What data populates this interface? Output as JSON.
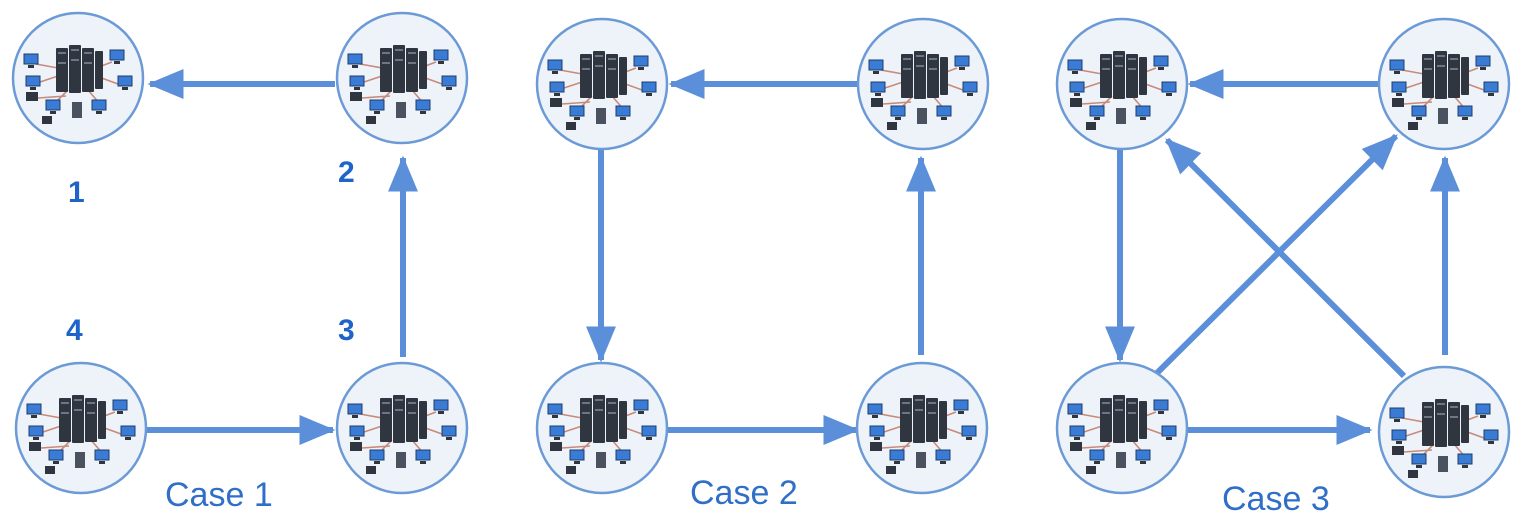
{
  "diagram": {
    "node_labels": [
      "1",
      "2",
      "3",
      "4"
    ],
    "cases": [
      {
        "label": "Case 1"
      },
      {
        "label": "Case 2"
      },
      {
        "label": "Case 3"
      }
    ],
    "colors": {
      "arrow": "#5b8fd9",
      "node_fill": "#eef3fa",
      "node_stroke": "#6b9ad6",
      "label": "#1f64c8"
    },
    "node_icon": "network-topology-icon"
  }
}
